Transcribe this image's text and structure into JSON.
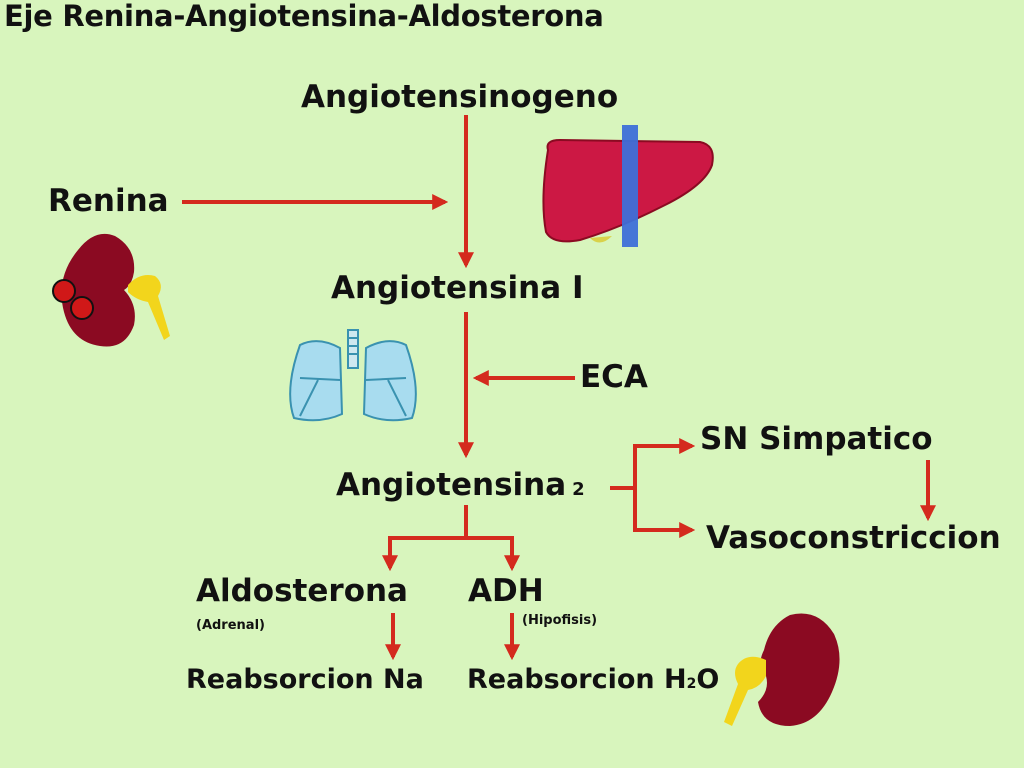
{
  "title": "Eje Renina-Angiotensina-Aldosterona",
  "nodes": {
    "angiotensinogeno": "Angiotensinogeno",
    "renina": "Renina",
    "angiotensina_1": "Angiotensina I",
    "eca": "ECA",
    "angiotensina_2": "Angiotensina",
    "angiotensina_2_suffix": "2",
    "sn_simpatico": "SN Simpatico",
    "vasoconstriccion": "Vasoconstriccion",
    "aldosterona": "Aldosterona",
    "adrenal": "(Adrenal)",
    "adh": "ADH",
    "hipofisis": "(Hipofisis)",
    "reabsorcion_na": "Reabsorcion Na",
    "reabsorcion_h2o_prefix": "Reabsorcion H",
    "reabsorcion_h2o_sub": "2",
    "reabsorcion_h2o_suffix": "O"
  },
  "icons": [
    "kidney-icon",
    "liver-icon",
    "lungs-icon"
  ],
  "colors": {
    "background": "#d8f5bd",
    "arrow": "#d42a1e",
    "organ": "#8b0a22",
    "liver": "#cc1844",
    "vessel": "#3e6fd8",
    "ureter": "#f2d51c",
    "lungs": "#a8dcef"
  }
}
